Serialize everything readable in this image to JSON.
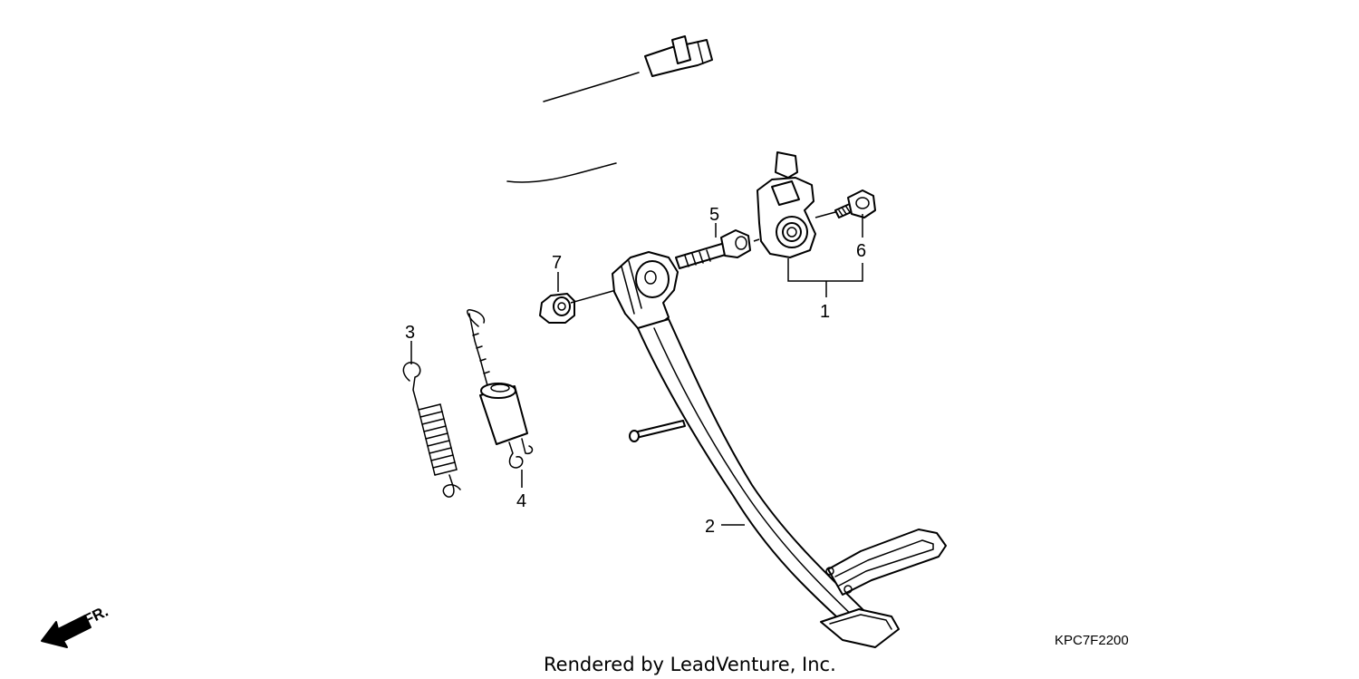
{
  "callouts": [
    {
      "id": "1",
      "label": "1"
    },
    {
      "id": "2",
      "label": "2"
    },
    {
      "id": "3",
      "label": "3"
    },
    {
      "id": "4",
      "label": "4"
    },
    {
      "id": "5",
      "label": "5"
    },
    {
      "id": "6",
      "label": "6"
    },
    {
      "id": "7",
      "label": "7"
    }
  ],
  "direction_indicator": {
    "label": "FR.",
    "icon": "front-arrow-icon"
  },
  "diagram_code": "KPC7F2200",
  "credit": "Rendered by LeadVenture, Inc."
}
